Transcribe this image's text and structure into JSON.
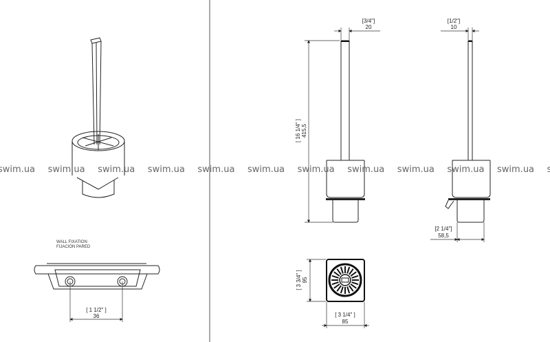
{
  "watermark": "swim.ua",
  "wall_fixation": {
    "label_en": "WALL FIXATION",
    "label_es": "FIJACIÓN PARED",
    "spacing_in": "[ 1 1/2\" ]",
    "spacing_mm": "36"
  },
  "front_view": {
    "width_in": "[3/4\"]",
    "width_mm": "20",
    "height_in": "[ 16 1/4\" ]",
    "height_mm": "415,5"
  },
  "side_view": {
    "width_in": "[1/2\"]",
    "width_mm": "10",
    "depth_in": "[2 1/4\"]",
    "depth_mm": "58,5"
  },
  "top_view": {
    "height_in": "[ 3 3/4\" ]",
    "height_mm": "95",
    "width_in": "[ 3 1/4\" ]",
    "width_mm": "85"
  }
}
